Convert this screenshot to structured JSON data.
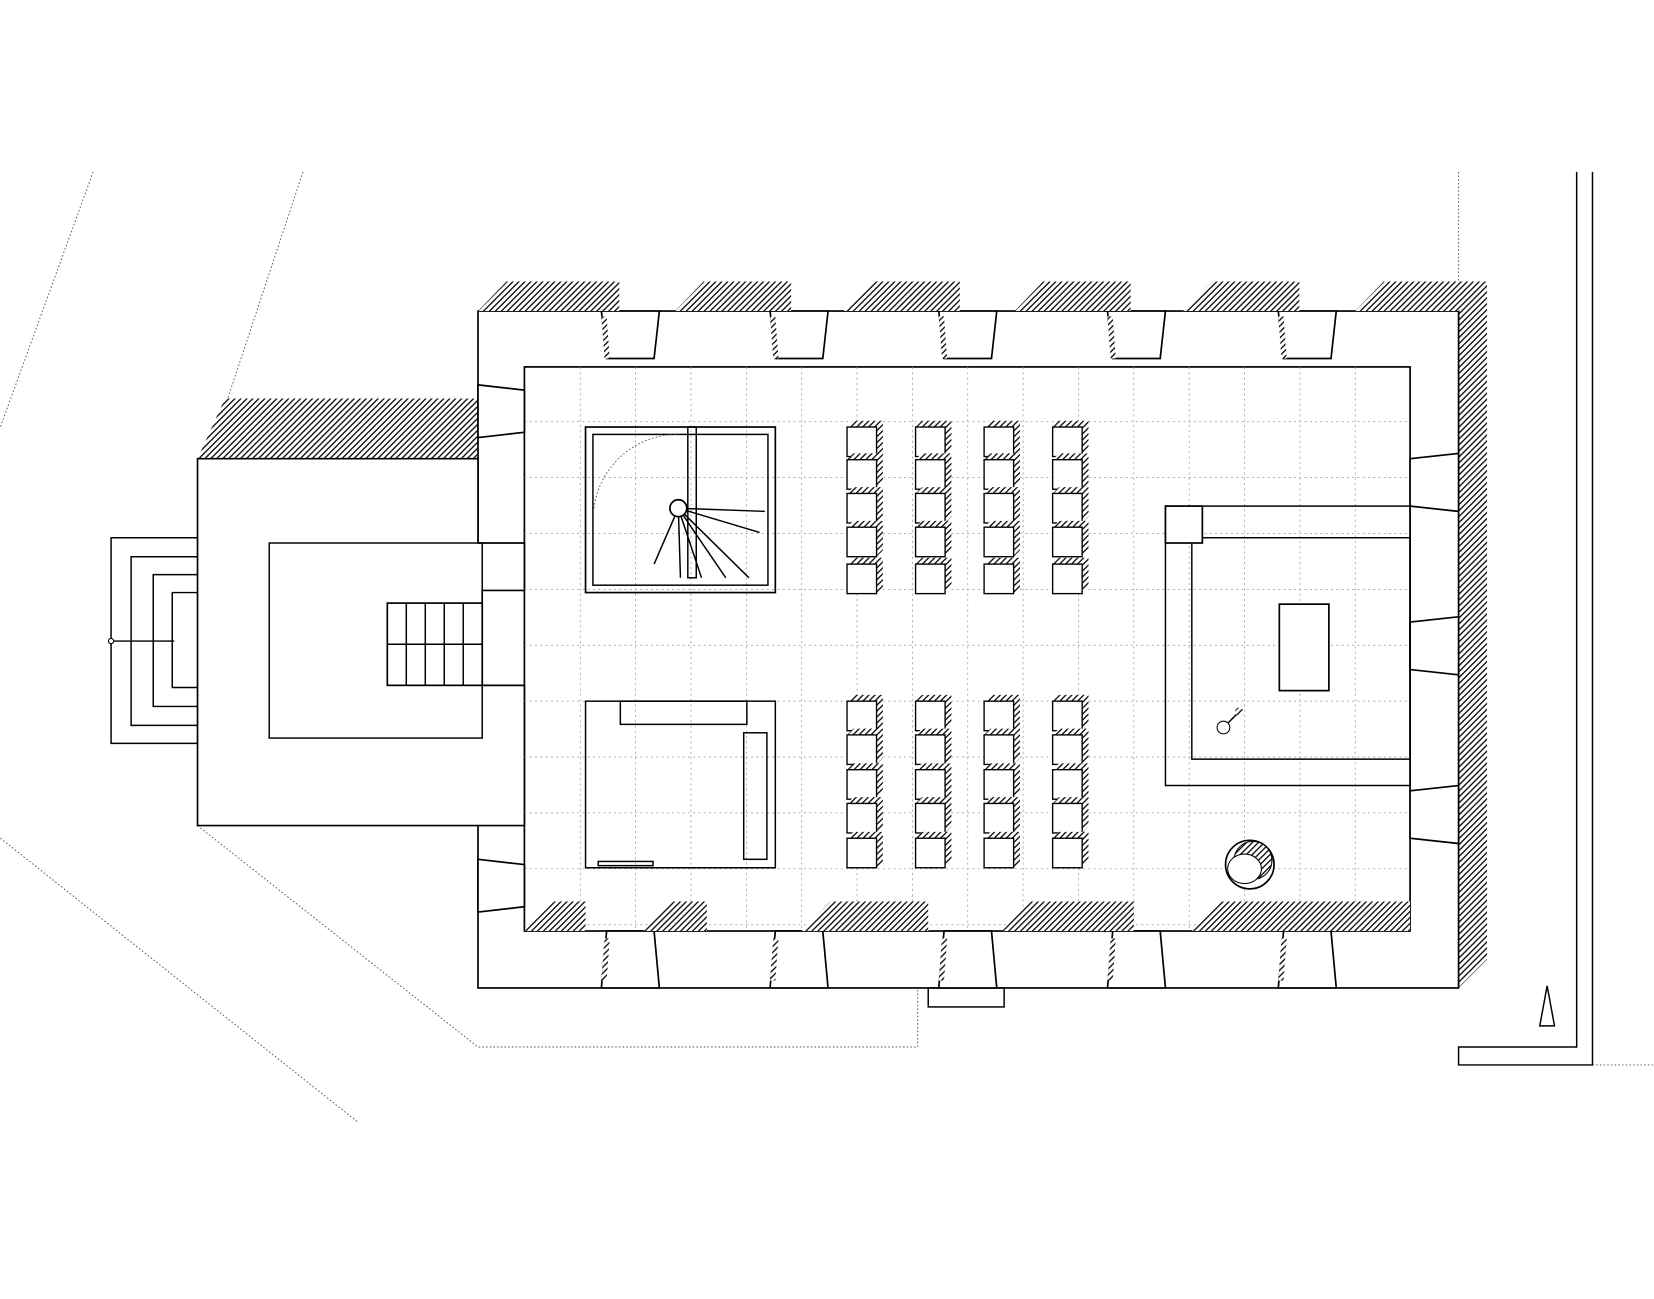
{
  "drawing": {
    "ink_color": "#000000",
    "paper_color": "#ffffff",
    "hatch_color": "#222222"
  },
  "icons": {
    "north_arrow": "north-arrow-icon",
    "spiral_stair": "spiral-stair-icon",
    "font": "baptismal-font-icon"
  },
  "seating": {
    "columns": 4,
    "rows_per_block": 5,
    "blocks": 2
  }
}
